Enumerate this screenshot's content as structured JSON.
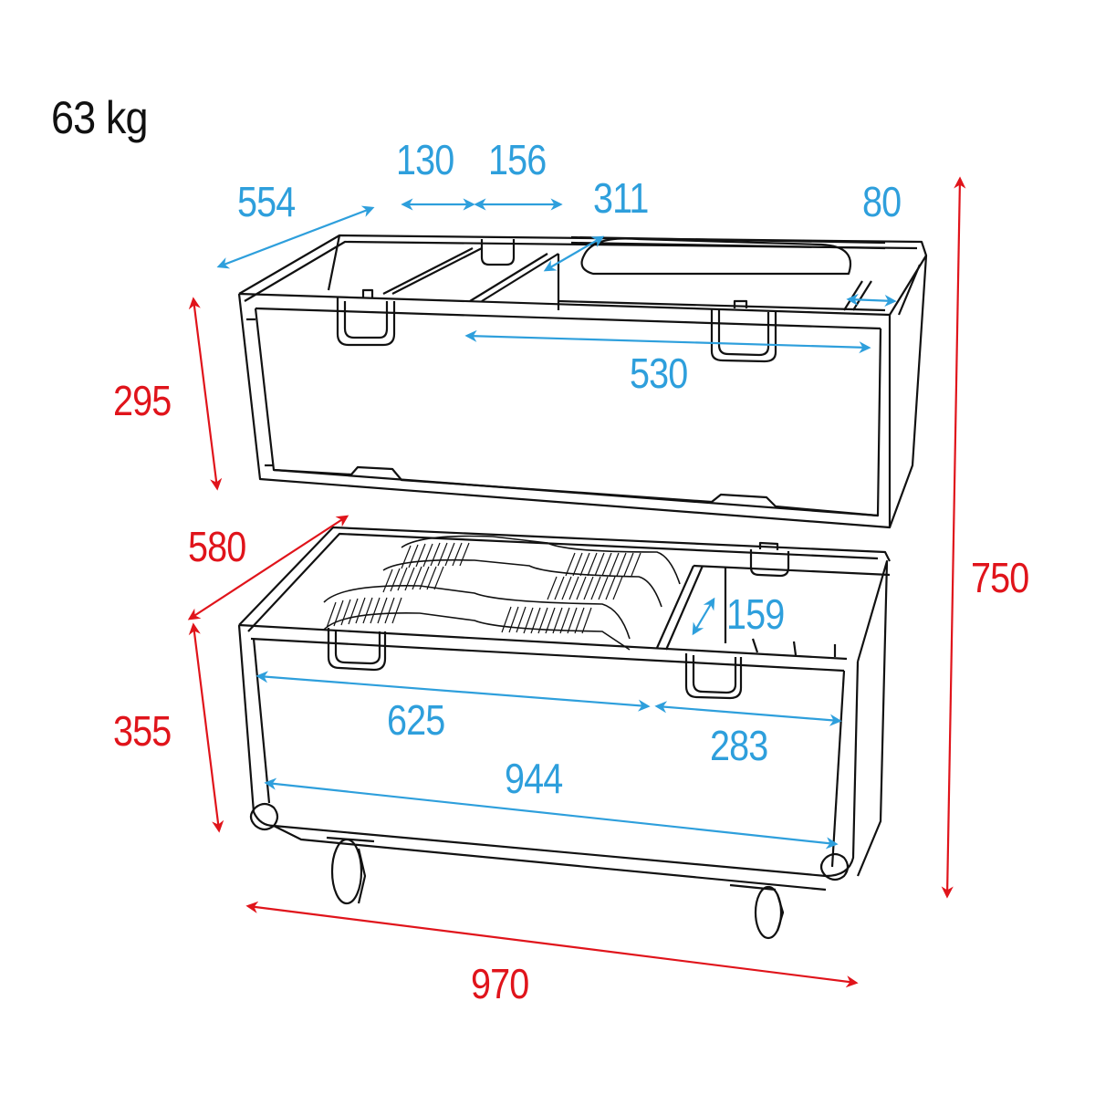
{
  "weight": "63 kg",
  "colors": {
    "internal_dimension": "#2e9fdc",
    "external_dimension": "#e0141b",
    "outline": "#111111"
  },
  "lid": {
    "internal_dimensions": {
      "depth": "554",
      "compartment_a_width": "130",
      "compartment_b_width": "156",
      "compartment_c_depth": "311",
      "compartment_d_width": "80",
      "inner_length": "530"
    },
    "external_height": "295"
  },
  "base": {
    "internal_dimensions": {
      "compartment_depth": "159",
      "main_compartment_length": "625",
      "side_compartment_length": "283",
      "inner_length": "944"
    },
    "external_depth": "580",
    "external_height": "355"
  },
  "overall": {
    "external_width": "970",
    "external_height": "750"
  }
}
